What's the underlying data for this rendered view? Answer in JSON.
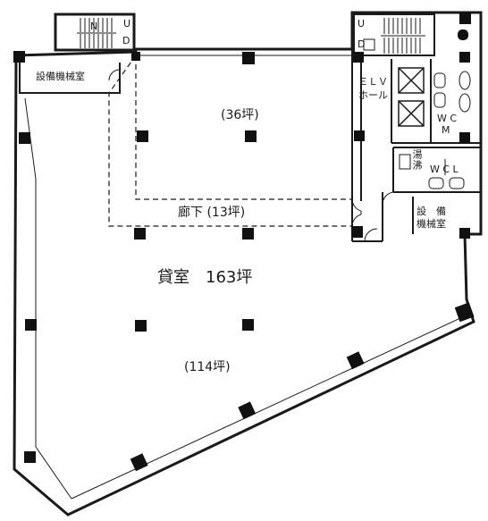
{
  "floor_plan": {
    "stairs_west": {
      "up": "U",
      "down": "D",
      "north": "N"
    },
    "stairs_east": {
      "up": "U",
      "down": "D"
    },
    "rooms": {
      "equip_room_nw": "設備機械室",
      "office_north": "(36坪)",
      "corridor": "廊下 (13坪)",
      "rental_total": "貸室　163坪",
      "office_south": "(114坪)",
      "elv_hall_1": "ＥＬＶ",
      "elv_hall_2": "ホール",
      "wc_m": "W C",
      "wc_m_sub": "M",
      "hot_water": "湯沸",
      "wc_l": "W C L",
      "equip_room_e_1": "設　備",
      "equip_room_e_2": "機械室"
    }
  }
}
